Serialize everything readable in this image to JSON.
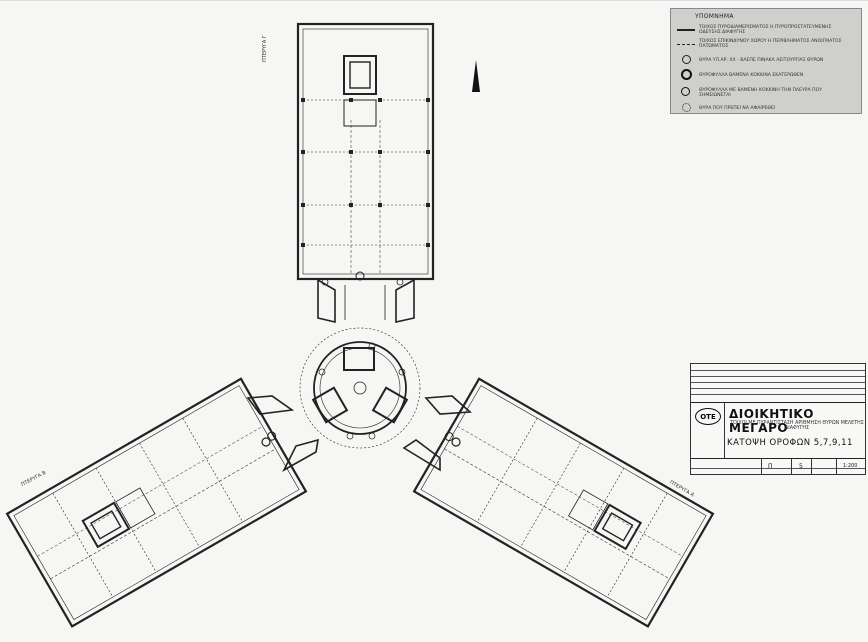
{
  "legend": {
    "title": "ΥΠΟΜΝΗΜΑ",
    "items": [
      {
        "symbol": "thick-line",
        "text": "ΤΟΙΧΟΣ ΠΥΡΟΔΙΑΜΕΡΙΣΜΑΤΟΣ Η ΠΥΡΟΠΡΟΣΤΑΤΕΥΜΕΝΗΣ ΟΔΕΥΣΗΣ ΔΙΑΦΥΓΗΣ"
      },
      {
        "symbol": "dashed-line",
        "text": "ΤΟΙΧΟΣ ΕΠΙΚΙΝΔΥΝΟΥ ΧΩΡΟΥ Η ΠΕΡΙΒΛΗΜΑΤΟΣ ΑΝΟΙΓΜΑΤΟΣ ΠΑΤΩΜΑΤΟΣ"
      },
      {
        "symbol": "circle-number",
        "text": "ΘΥΡΑ ΥΠ.ΑΡ. ΧΧ - ΒΛΕΠΕ ΠΙΝΑΚΑ ΛΕΙΤΟΥΡΓΙΑΣ ΘΥΡΩΝ"
      },
      {
        "symbol": "circle-bold",
        "text": "ΘΥΡΟΦΥΛΛΑ ΒΑΜΕΝΑ ΚΟΚΚΙΝΑ ΕΚΑΤΕΡΩΘΕΝ"
      },
      {
        "symbol": "circle-half",
        "text": "ΘΥΡΟΦΥΛΛΑ ΜΕ ΒΑΜΕΝΗ ΚΟΚΚΙΝΗ ΤΗΝ ΠΛΕΥΡΑ ΠΟΥ ΣΗΜΕΙΩΝΕΤΑΙ"
      },
      {
        "symbol": "circle-dotted",
        "text": "ΘΥΡΑ ΠΟΥ ΠΡΕΠΕΙ ΝΑ ΑΦΑΙΡΕΘΕΙ"
      }
    ]
  },
  "wings": {
    "north": "ΠΤΕΡΥΓΑ Γ",
    "west": "ΠΤΕΡΥΓΑ Β",
    "east": "ΠΤΕΡΥΓΑ Α"
  },
  "title_block": {
    "logo": "ΟΤΕ",
    "company": "ΔΙΟΙΚΗΤΙΚΟ ΜΕΓΑΡΟ",
    "subtitle": "ΤΟΙΧΟΙ ΜΕ ΠΥΡΑΝΤΙΣΤΑΣΗ ΑΡΙΘΜΗΣΗ ΘΥΡΩΝ ΜΕΛΕΤΗΣ ΔΙΑΦΥΓΗΣ",
    "plan": "ΚΑΤΟΨΗ ΟΡΟΦΩΝ 5,7,9,11",
    "code": "Π",
    "sheet": "5",
    "scale": "1:200"
  },
  "north_arrow": "north-arrow-icon"
}
